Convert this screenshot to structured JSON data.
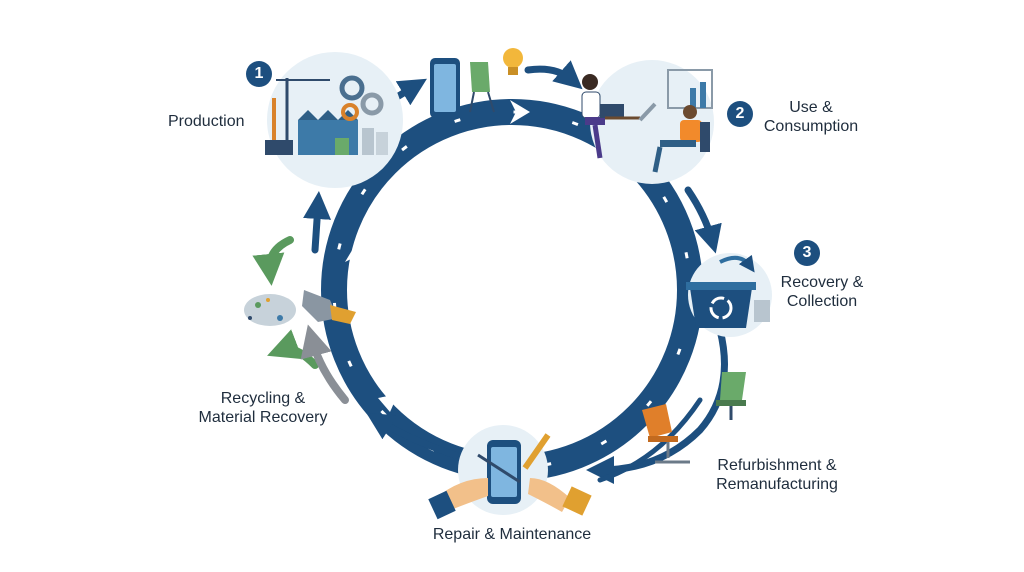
{
  "stages": [
    {
      "number": "1",
      "label_lines": [
        "Production"
      ],
      "icon": "factory-icon"
    },
    {
      "number": "2",
      "label_lines": [
        "Use &",
        "Consumption"
      ],
      "icon": "office-workers-icon"
    },
    {
      "number": "3",
      "label_lines": [
        "Recovery &",
        "Collection"
      ],
      "icon": "recycling-bin-icon"
    },
    {
      "number": "",
      "label_lines": [
        "Refurbishment &",
        "Remanufacturing"
      ],
      "icon": "office-chair-icon"
    },
    {
      "number": "",
      "label_lines": [
        "Repair & Maintenance"
      ],
      "icon": "repair-phone-icon"
    },
    {
      "number": "",
      "label_lines": [
        "Recycling &",
        "Material Recovery"
      ],
      "icon": "scrap-metal-icon"
    }
  ],
  "colors": {
    "ring": "#1d4f7f",
    "arrow_light": "#2f6e9f",
    "green_arrow": "#5a9a5e",
    "gray_arrow": "#8a8f96",
    "bubble": "#e7f0f6",
    "text": "#1f2d3d"
  }
}
